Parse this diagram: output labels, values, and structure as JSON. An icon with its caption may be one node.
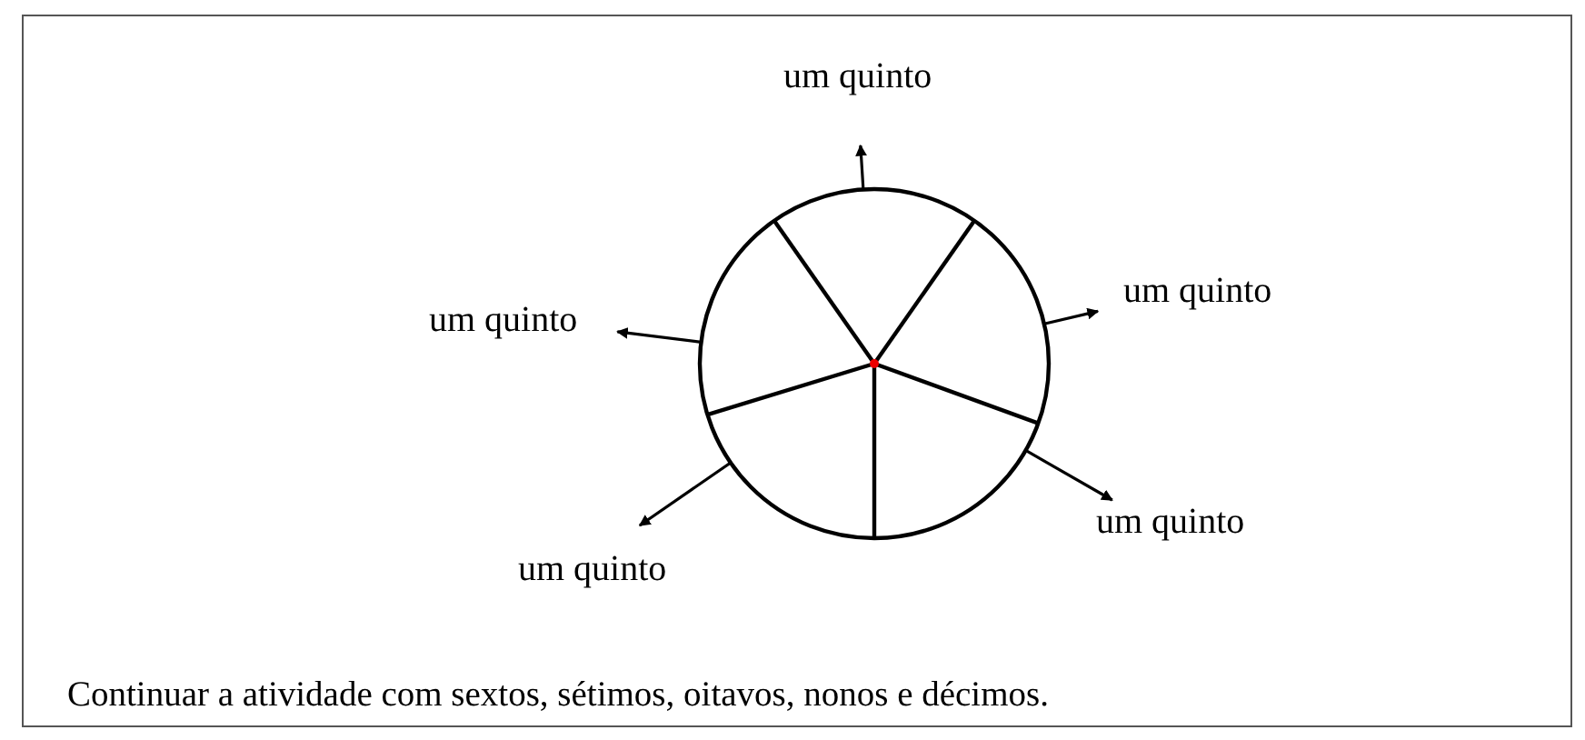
{
  "diagram": {
    "caption": "Continuar a atividade com sextos, sétimos, oitavos, nonos e décimos.",
    "nodes": [
      {
        "text": [],
        "shape": "circle"
      },
      {
        "text": [
          "um quinto"
        ]
      },
      {
        "text": [
          "um quinto"
        ]
      },
      {
        "text": [
          "um quinto"
        ]
      },
      {
        "text": [
          "um quinto"
        ]
      },
      {
        "text": [
          "um quinto"
        ]
      }
    ],
    "edges": [
      {
        "from": 0,
        "to": 1,
        "arrow": "to"
      },
      {
        "from": 0,
        "to": 2,
        "arrow": "to"
      },
      {
        "from": 0,
        "to": 3,
        "arrow": "to"
      },
      {
        "from": 0,
        "to": 4,
        "arrow": "to"
      },
      {
        "from": 0,
        "to": 5,
        "arrow": "to"
      }
    ]
  }
}
